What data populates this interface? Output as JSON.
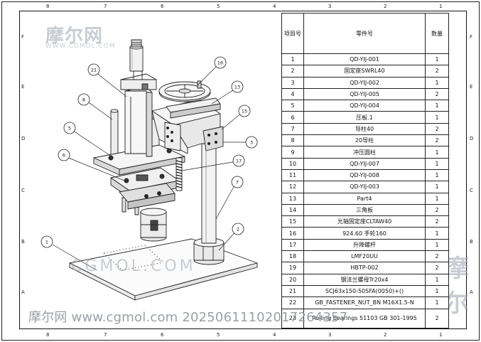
{
  "watermark": {
    "brand_cn": "摩尔网",
    "site": "WWW.CGMOL.COM",
    "site_lower": "CGMOL.COM",
    "side_cn": "摩尔",
    "bottom_line": "摩尔网 www.cgmol.com 20250611102017264357"
  },
  "frame": {
    "top_zones": [
      "8",
      "7",
      "6",
      "5",
      "4",
      "3",
      "2",
      "1"
    ],
    "side_zones": [
      "F",
      "E",
      "D",
      "C",
      "B",
      "A"
    ]
  },
  "balloons": [
    "1",
    "2",
    "3",
    "5",
    "6",
    "7",
    "8",
    "13",
    "15",
    "16",
    "17",
    "21"
  ],
  "bom": {
    "headers": {
      "no": "项目号",
      "part": "零件号",
      "qty": "数量"
    },
    "rows": [
      {
        "no": "1",
        "part": "QD-YIJ-001",
        "qty": "1"
      },
      {
        "no": "2",
        "part": "固定座SWRL40",
        "qty": "2"
      },
      {
        "no": "3",
        "part": "QD-YIJ-002",
        "qty": "1"
      },
      {
        "no": "4",
        "part": "QD-YIJ-005",
        "qty": "2"
      },
      {
        "no": "5",
        "part": "QD-YIJ-004",
        "qty": "1"
      },
      {
        "no": "6",
        "part": "压板.1",
        "qty": "1"
      },
      {
        "no": "7",
        "part": "导柱40",
        "qty": "2"
      },
      {
        "no": "8",
        "part": "20导柱",
        "qty": "2"
      },
      {
        "no": "9",
        "part": "冲压圆柱",
        "qty": "1"
      },
      {
        "no": "10",
        "part": "QD-YIJ-007",
        "qty": "1"
      },
      {
        "no": "11",
        "part": "QD-YIJ-008",
        "qty": "1"
      },
      {
        "no": "12",
        "part": "QD-YIJ-003",
        "qty": "1"
      },
      {
        "no": "13",
        "part": "Part4",
        "qty": "1"
      },
      {
        "no": "14",
        "part": "三角板",
        "qty": "2"
      },
      {
        "no": "15",
        "part": "光轴固定座CLTAW40",
        "qty": "2"
      },
      {
        "no": "16",
        "part": "924.60 手轮160",
        "qty": "1"
      },
      {
        "no": "17",
        "part": "升降螺杆",
        "qty": "1"
      },
      {
        "no": "18",
        "part": "LMF20UU",
        "qty": "2"
      },
      {
        "no": "19",
        "part": "HBTP-002",
        "qty": "2"
      },
      {
        "no": "20",
        "part": "钢法兰螺母Tr20x4",
        "qty": "1"
      },
      {
        "no": "21",
        "part": "SCJ63x150-50SFA(0050)+()",
        "qty": "1"
      },
      {
        "no": "22",
        "part": "GB_FASTENER_NUT_BN M16X1.5-N",
        "qty": "1"
      },
      {
        "no": "23",
        "part": "Rolling bearings 51103 GB 301-1995",
        "qty": "2"
      }
    ]
  }
}
